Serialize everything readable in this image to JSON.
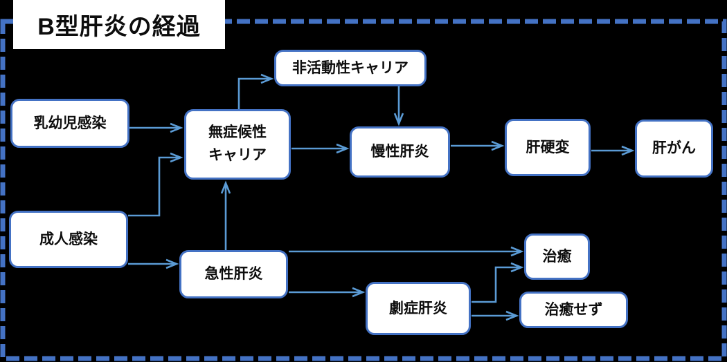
{
  "title": "B型肝炎の経過",
  "colors": {
    "background": "#000000",
    "dashed_border": "#4472C4",
    "box_border": "#4472C4",
    "box_fill": "#FFFFFF",
    "arrow": "#5B9BD5",
    "text": "#0D0D0D"
  },
  "nodes": [
    {
      "id": "infant-infection",
      "label": "乳幼児感染"
    },
    {
      "id": "adult-infection",
      "label": "成人感染"
    },
    {
      "id": "asymptomatic-carrier",
      "label": "無症候性キャリア",
      "line1": "無症候性",
      "line2": "キャリア"
    },
    {
      "id": "inactive-carrier",
      "label": "非活動性キャリア"
    },
    {
      "id": "chronic-hepatitis",
      "label": "慢性肝炎"
    },
    {
      "id": "cirrhosis",
      "label": "肝硬変"
    },
    {
      "id": "liver-cancer",
      "label": "肝がん"
    },
    {
      "id": "acute-hepatitis",
      "label": "急性肝炎"
    },
    {
      "id": "fulminant-hepatitis",
      "label": "劇症肝炎"
    },
    {
      "id": "cure",
      "label": "治癒"
    },
    {
      "id": "not-cured",
      "label": "治癒せず"
    }
  ],
  "edges": [
    {
      "from": "infant-infection",
      "to": "asymptomatic-carrier"
    },
    {
      "from": "adult-infection",
      "to": "asymptomatic-carrier"
    },
    {
      "from": "adult-infection",
      "to": "acute-hepatitis"
    },
    {
      "from": "acute-hepatitis",
      "to": "asymptomatic-carrier"
    },
    {
      "from": "asymptomatic-carrier",
      "to": "inactive-carrier"
    },
    {
      "from": "inactive-carrier",
      "to": "chronic-hepatitis"
    },
    {
      "from": "asymptomatic-carrier",
      "to": "chronic-hepatitis"
    },
    {
      "from": "chronic-hepatitis",
      "to": "cirrhosis"
    },
    {
      "from": "cirrhosis",
      "to": "liver-cancer"
    },
    {
      "from": "acute-hepatitis",
      "to": "cure"
    },
    {
      "from": "acute-hepatitis",
      "to": "fulminant-hepatitis"
    },
    {
      "from": "fulminant-hepatitis",
      "to": "cure"
    },
    {
      "from": "fulminant-hepatitis",
      "to": "not-cured"
    }
  ]
}
